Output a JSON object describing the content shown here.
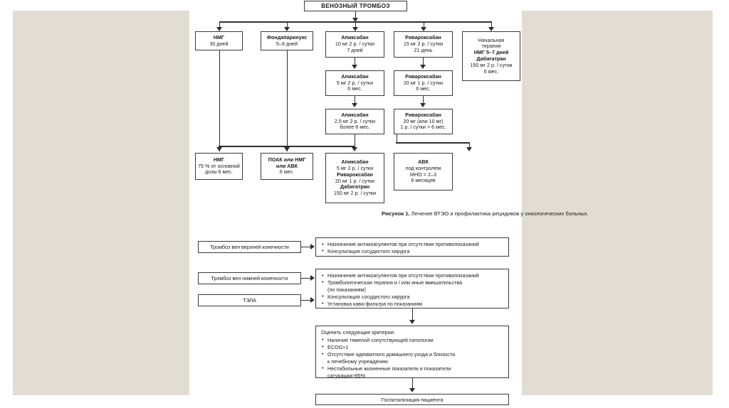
{
  "page": {
    "background": "#ffffff",
    "panel_color": "#e2ddd2",
    "ink": "#1b1b1b"
  },
  "figure1": {
    "root": {
      "label": "ВЕНОЗНЫЙ ТРОМБОЗ"
    },
    "row1": [
      {
        "name": "nmg",
        "lines": [
          {
            "t": "НМГ",
            "bold": true
          },
          {
            "t": "30 дней",
            "bold": false
          }
        ]
      },
      {
        "name": "fondaparinux",
        "lines": [
          {
            "t": "Фондапаринукс",
            "bold": true
          },
          {
            "t": "5–9 дней",
            "bold": false
          }
        ]
      },
      {
        "name": "apixaban-1",
        "lines": [
          {
            "t": "Апиксабан",
            "bold": true
          },
          {
            "t": "10 мг 2 р. / сутки",
            "bold": false
          },
          {
            "t": "7 дней",
            "bold": false
          }
        ]
      },
      {
        "name": "rivaroxaban-1",
        "lines": [
          {
            "t": "Ривароксабан",
            "bold": true
          },
          {
            "t": "15 мг 2 р. / сутки",
            "bold": false
          },
          {
            "t": "21 день",
            "bold": false
          }
        ]
      },
      {
        "name": "initial-therapy",
        "lines": [
          {
            "t": "Начальная",
            "bold": false
          },
          {
            "t": "терапия",
            "bold": false
          },
          {
            "t": "НМГ 5–7 дней",
            "bold": true
          },
          {
            "t": "Дабигатран",
            "bold": true
          },
          {
            "t": "150 мг 2 р. / сутки",
            "bold": false
          },
          {
            "t": "6 мес.",
            "bold": false
          }
        ]
      }
    ],
    "row2": [
      {
        "name": "apixaban-2",
        "lines": [
          {
            "t": "Апиксабан",
            "bold": true
          },
          {
            "t": "5 мг 2 р. / сутки",
            "bold": false
          },
          {
            "t": "6 мес.",
            "bold": false
          }
        ]
      },
      {
        "name": "rivaroxaban-2",
        "lines": [
          {
            "t": "Ривароксабан",
            "bold": true
          },
          {
            "t": "20 мг 1 р. / сутки",
            "bold": false
          },
          {
            "t": "6 мес.",
            "bold": false
          }
        ]
      }
    ],
    "row3": [
      {
        "name": "apixaban-3",
        "lines": [
          {
            "t": "Апиксабан",
            "bold": true
          },
          {
            "t": "2,5 мг 2 р. / сутки",
            "bold": false
          },
          {
            "t": "более 6 мес.",
            "bold": false
          }
        ]
      },
      {
        "name": "rivaroxaban-3",
        "lines": [
          {
            "t": "Ривароксабан",
            "bold": true
          },
          {
            "t": "20 мг (или 10 мг)",
            "bold": false
          },
          {
            "t": "1 р. / сутки > 6 мес.",
            "bold": false
          }
        ]
      }
    ],
    "row4": [
      {
        "name": "nmg-maint",
        "lines": [
          {
            "t": "НМГ",
            "bold": true
          },
          {
            "t": "75 % от основной",
            "bold": false
          },
          {
            "t": "дозы 6 мес.",
            "bold": false
          }
        ]
      },
      {
        "name": "poak-nmg-avk",
        "lines": [
          {
            "t": "ПОАК или НМГ",
            "bold": true
          },
          {
            "t": "или АВК",
            "bold": true
          },
          {
            "t": "6 мес.",
            "bold": false
          }
        ]
      },
      {
        "name": "combo-doac",
        "lines": [
          {
            "t": "Апиксабан",
            "bold": true
          },
          {
            "t": "5 мг 2 р. / сутки",
            "bold": false
          },
          {
            "t": "Ривароксабан",
            "bold": true
          },
          {
            "t": "20 мг 1 р. / сутки",
            "bold": false
          },
          {
            "t": "Дабигатран",
            "bold": true
          },
          {
            "t": "150 мг 2 р. / сутки",
            "bold": false
          }
        ]
      },
      {
        "name": "avk",
        "lines": [
          {
            "t": "АВК",
            "bold": true
          },
          {
            "t": "под контролем",
            "bold": false
          },
          {
            "t": "МНО = 2–3",
            "bold": false
          },
          {
            "t": "6 месяцев",
            "bold": false
          }
        ]
      }
    ],
    "caption_bold": "Рисунок 1.",
    "caption_rest": " Лечение ВТЭО и профилактика рецидивов у онкологических больных."
  },
  "figure2": {
    "upper_limb_label": "Тромбоз вен верхней конечности",
    "lower_limb_label": "Тромбоз вен нижней конечности",
    "pe_label": "ТЭЛА",
    "upper_actions": [
      "Назначение антикоагулянтов при отсутствии противопоказаний",
      "Консультация сосудистого хирурга"
    ],
    "lower_actions": [
      "Назначение антикоагулянтов при отсутствии противопоказаний",
      "Тромболитическая терапия и / или иные вмешательства",
      "(по показаниям)",
      "Консультация сосудистого хирурга",
      "Установка кава-фильтра по показаниям"
    ],
    "criteria_heading": "Оценить следующие критерии:",
    "criteria": [
      "Наличие тяжелой сопутствующей патологии",
      "ECOG>1",
      "Отсутствие адекватного домашнего ухода и близости",
      "к лечебному учреждению",
      "Нестабильные жизненные показатели и показатели",
      "сатурации>95%"
    ],
    "final_label": "Госпитализация пациента"
  }
}
